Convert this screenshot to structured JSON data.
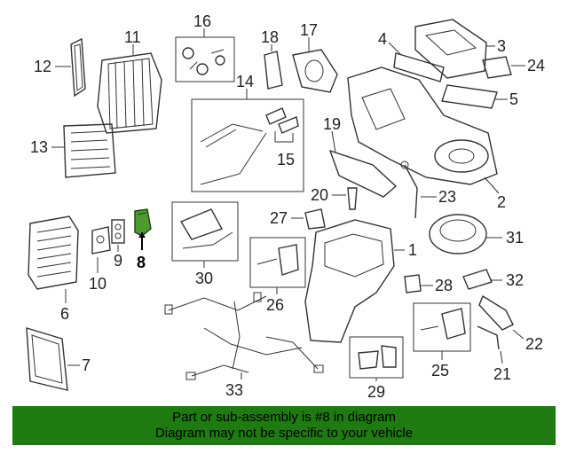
{
  "footer": {
    "line1": "Part or sub-assembly is #8 in diagram",
    "line2": "Diagram may not be specific to your vehicle"
  },
  "highlight_color": "#1f7a11",
  "highlighted_part": "8",
  "callouts": [
    "1",
    "2",
    "3",
    "4",
    "5",
    "6",
    "7",
    "8",
    "9",
    "10",
    "11",
    "12",
    "13",
    "14",
    "15",
    "16",
    "17",
    "18",
    "19",
    "20",
    "21",
    "22",
    "23",
    "24",
    "25",
    "26",
    "27",
    "28",
    "29",
    "30",
    "31",
    "32",
    "33"
  ]
}
